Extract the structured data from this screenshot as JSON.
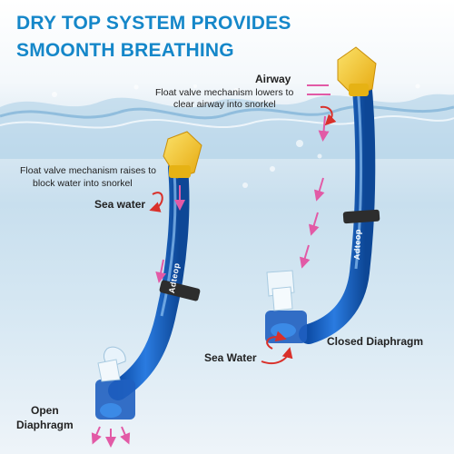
{
  "title": {
    "line1": "DRY TOP SYSTEM PROVIDES",
    "line2": "SMOONTH BREATHING"
  },
  "labels": {
    "airway": "Airway",
    "airway_desc_1": "Float valve mechanism lowers to",
    "airway_desc_2": "clear airway into snorkel",
    "float_raise_1": "Float valve mechanism raises to",
    "float_raise_2": "block water into snorkel",
    "sea_water_left": "Sea water",
    "closed_diaphragm": "Closed Diaphragm",
    "sea_water_right": "Sea Water",
    "open_diaphragm_1": "Open",
    "open_diaphragm_2": "Diaphragm",
    "brand_left": "Adteop",
    "brand_right": "Adteop"
  },
  "colors": {
    "title": "#1587c9",
    "tube": "#1c63c4",
    "valve": "#f2c21c",
    "arrow_red": "#d9302a",
    "arrow_pink": "#e25aa6"
  }
}
